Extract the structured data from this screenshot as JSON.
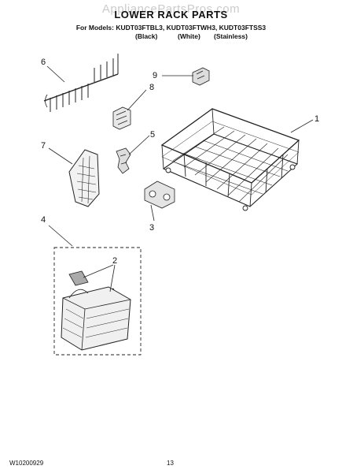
{
  "header": {
    "watermark": "AppliancePartsPros.com",
    "title": "LOWER RACK PARTS",
    "models_line": "For Models: KUDT03FTBL3, KUDT03FTWH3, KUDT03FTSS3",
    "variants": [
      "(Black)",
      "(White)",
      "(Stainless)"
    ]
  },
  "callouts": [
    "1",
    "2",
    "3",
    "4",
    "5",
    "6",
    "7",
    "8",
    "9"
  ],
  "footer": {
    "doc_number": "W10200929",
    "page_number": "13"
  }
}
